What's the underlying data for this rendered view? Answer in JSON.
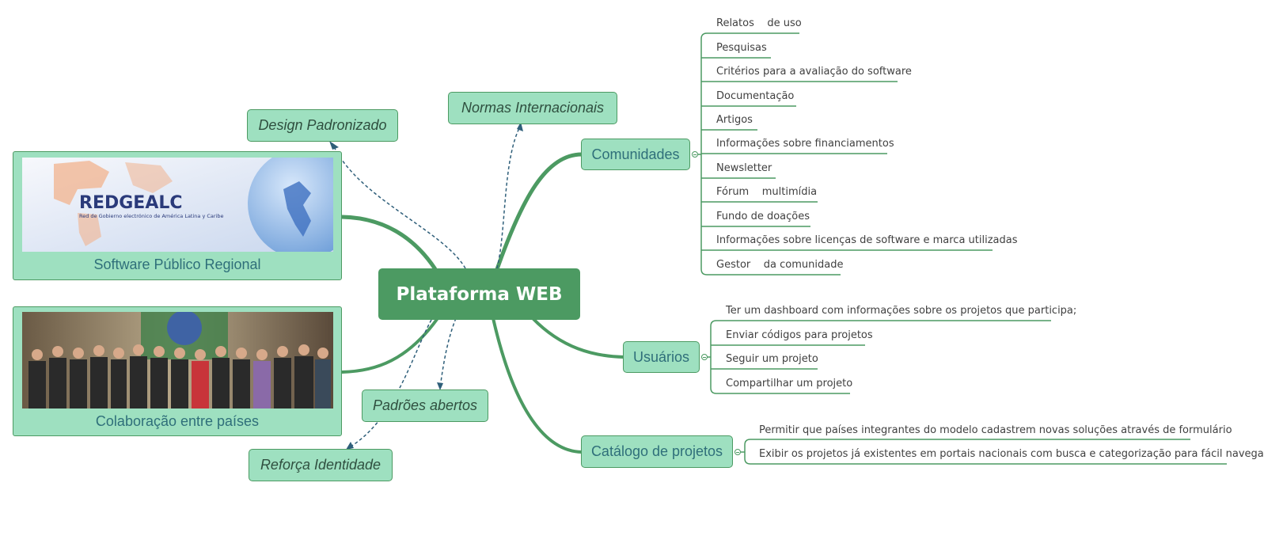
{
  "central": "Plataforma WEB",
  "floating": {
    "design": "Design Padronizado",
    "normas": "Normas Internacionais",
    "padroes": "Padrões abertos",
    "reforca": "Reforça Identidade"
  },
  "image_nodes": {
    "software": {
      "caption": "Software Público Regional",
      "logo_text": "REDGEALC",
      "logo_subtitle": "Red de Gobierno electrónico de América Latina y Caribe"
    },
    "colaboracao": {
      "caption": "Colaboração entre países"
    }
  },
  "branches": {
    "comunidades": {
      "label": "Comunidades",
      "items": [
        "Relatos    de uso",
        "Pesquisas",
        "Critérios para a avaliação do software",
        "Documentação",
        "Artigos",
        "Informações sobre financiamentos",
        "Newsletter",
        "Fórum    multimídia",
        "Fundo de doações",
        "Informações sobre licenças de software e marca utilizadas",
        "Gestor    da comunidade"
      ]
    },
    "usuarios": {
      "label": "Usuários",
      "items": [
        "Ter um dashboard com informações sobre os projetos que participa;",
        "Enviar códigos para projetos",
        "Seguir um projeto",
        "Compartilhar um projeto"
      ]
    },
    "catalogo": {
      "label": "Catálogo de projetos",
      "items": [
        "Permitir que países integrantes do modelo cadastrem novas soluções através de formulário",
        "Exibir os projetos já existentes em portais nacionais com busca e categorização para fácil navegação"
      ]
    }
  },
  "colors": {
    "main": "#4c9a62",
    "node_fill": "#9ee0c0",
    "dashed": "#2f5f7a",
    "text": "#2f6f7a"
  }
}
